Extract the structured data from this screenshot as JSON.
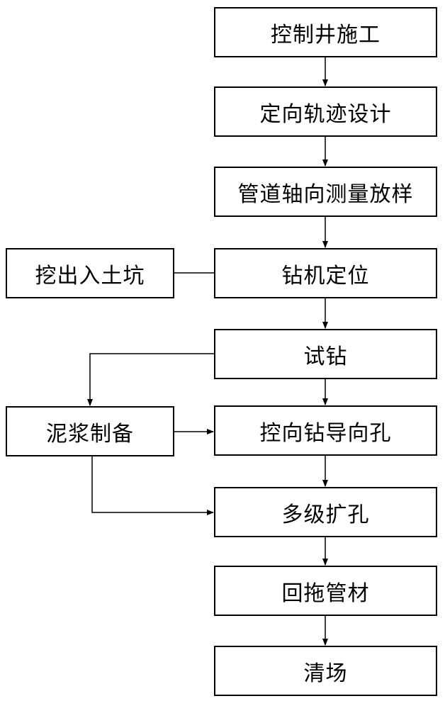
{
  "steps": {
    "control_well": "控制井施工",
    "trajectory_design": "定向轨迹设计",
    "axis_survey": "管道轴向测量放样",
    "rig_positioning": "钻机定位",
    "trial_drilling": "试钻",
    "pilot_hole": "控向钻导向孔",
    "reaming": "多级扩孔",
    "pullback": "回拖管材",
    "site_cleanup": "清场"
  },
  "side_steps": {
    "entry_pit": "挖出入土坑",
    "mud_preparation": "泥浆制备"
  }
}
